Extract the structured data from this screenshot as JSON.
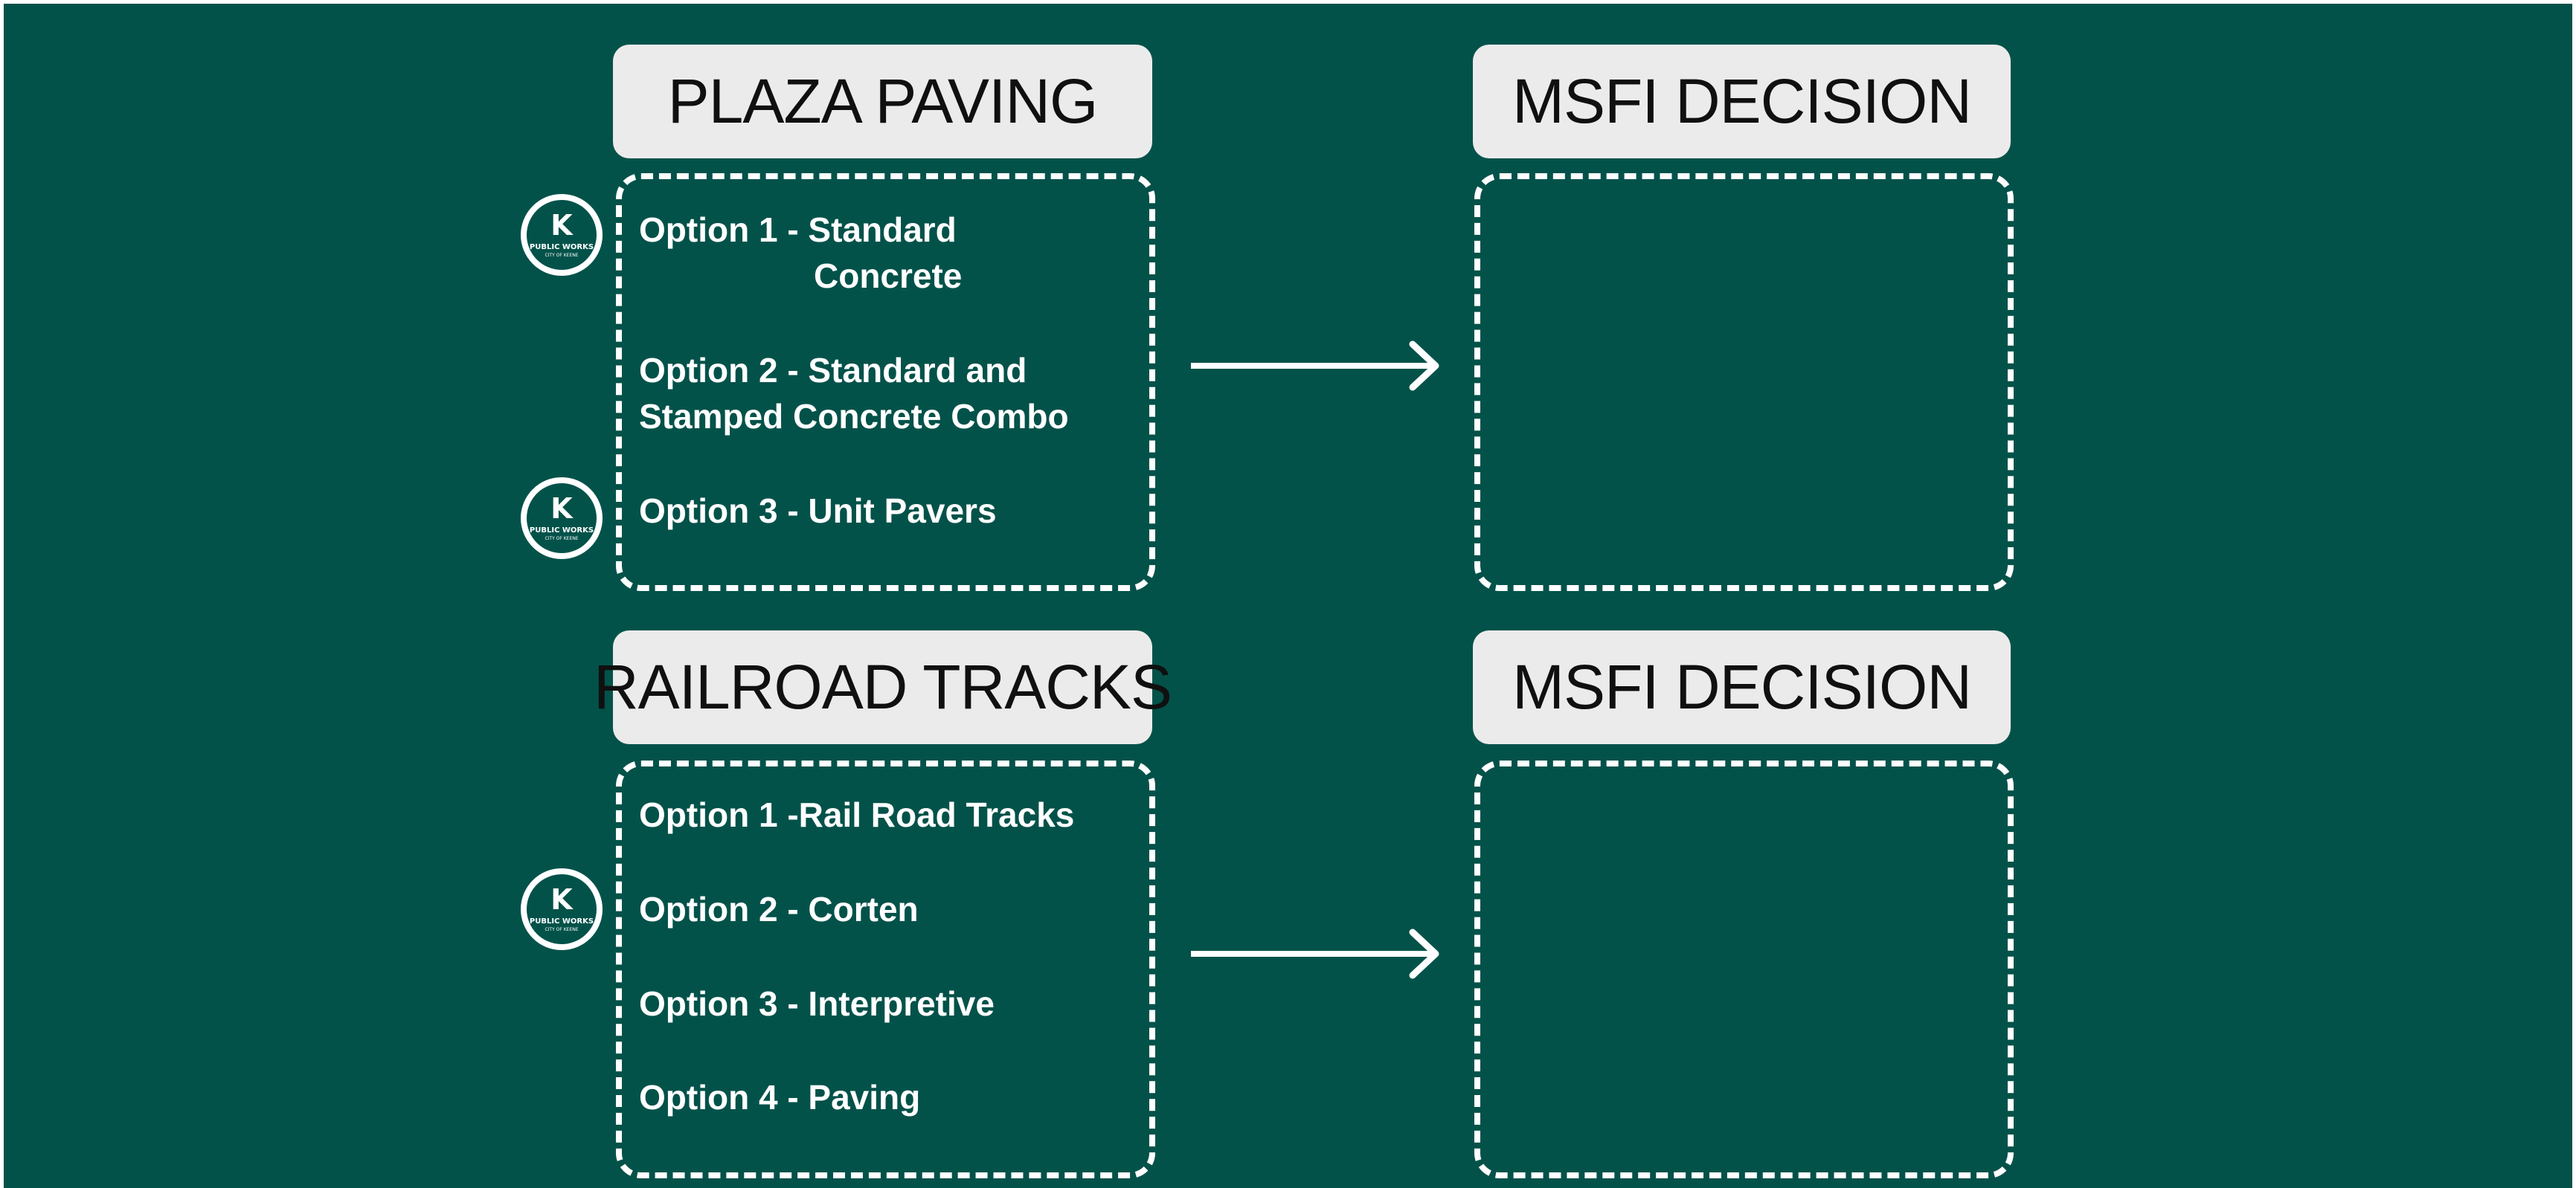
{
  "colors": {
    "background": "#03524a",
    "header_fill": "#ecebeb",
    "header_text": "#101010",
    "text": "#ffffff"
  },
  "badge": {
    "letter": "K",
    "line1": "PUBLIC WORKS",
    "line2": "CITY OF KEENE"
  },
  "sections": [
    {
      "title": "PLAZA PAVING",
      "decision_title": "MSFI DECISION",
      "options": [
        {
          "line1": "Option 1 - Standard",
          "line2": "Concrete"
        },
        {
          "line1": "Option 2 - Standard and",
          "line2": "Stamped Concrete Combo"
        },
        {
          "line1": "Option 3 - Unit Pavers"
        }
      ]
    },
    {
      "title": "RAILROAD TRACKS",
      "decision_title": "MSFI DECISION",
      "options": [
        {
          "line1": "Option 1 -Rail Road Tracks"
        },
        {
          "line1": "Option 2 - Corten"
        },
        {
          "line1": "Option 3 - Interpretive"
        },
        {
          "line1": "Option 4 - Paving"
        }
      ]
    }
  ]
}
